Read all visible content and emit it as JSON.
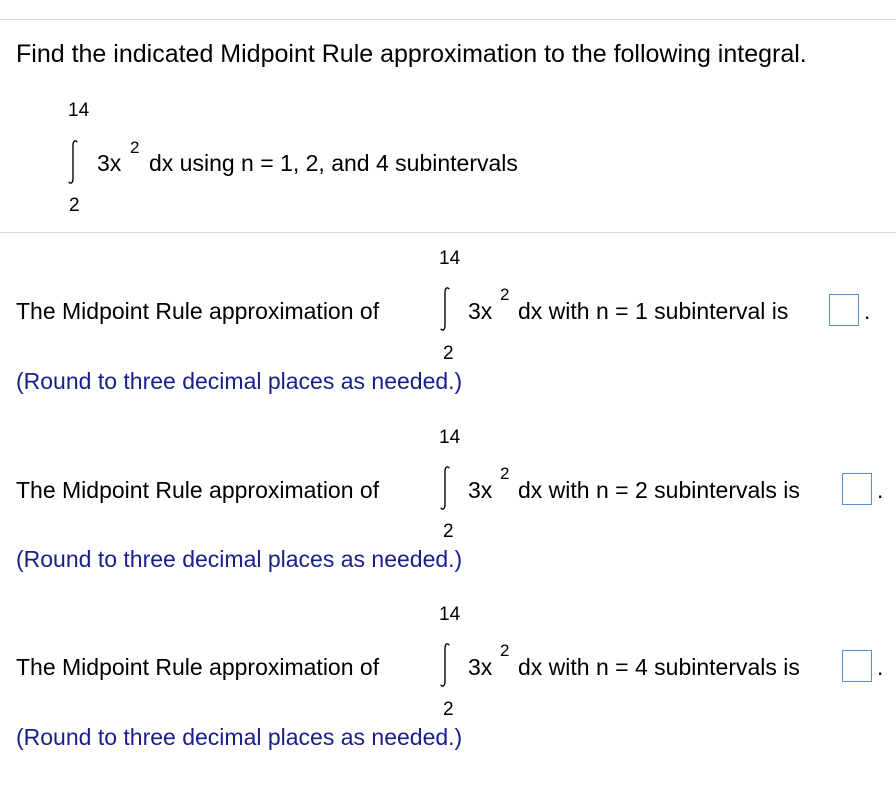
{
  "question": {
    "prompt": "Find the indicated Midpoint Rule approximation to the following integral.",
    "upper": "14",
    "lower": "2",
    "integrand": "3x",
    "exponent": "2",
    "suffix": "dx using n = 1, 2, and 4 subintervals"
  },
  "parts": [
    {
      "lead": "The Midpoint Rule approximation of",
      "upper": "14",
      "lower": "2",
      "integrand": "3x",
      "exponent": "2",
      "tail": "dx with n = 1 subinterval is",
      "period": ".",
      "answer": "",
      "note": "(Round to three decimal places as needed.)"
    },
    {
      "lead": "The Midpoint Rule approximation of",
      "upper": "14",
      "lower": "2",
      "integrand": "3x",
      "exponent": "2",
      "tail": "dx with n = 2 subintervals is",
      "period": ".",
      "answer": "",
      "note": "(Round to three decimal places as needed.)"
    },
    {
      "lead": "The Midpoint Rule approximation of",
      "upper": "14",
      "lower": "2",
      "integrand": "3x",
      "exponent": "2",
      "tail": "dx with n = 4 subintervals is",
      "period": ".",
      "answer": "",
      "note": "(Round to three decimal places as needed.)"
    }
  ]
}
